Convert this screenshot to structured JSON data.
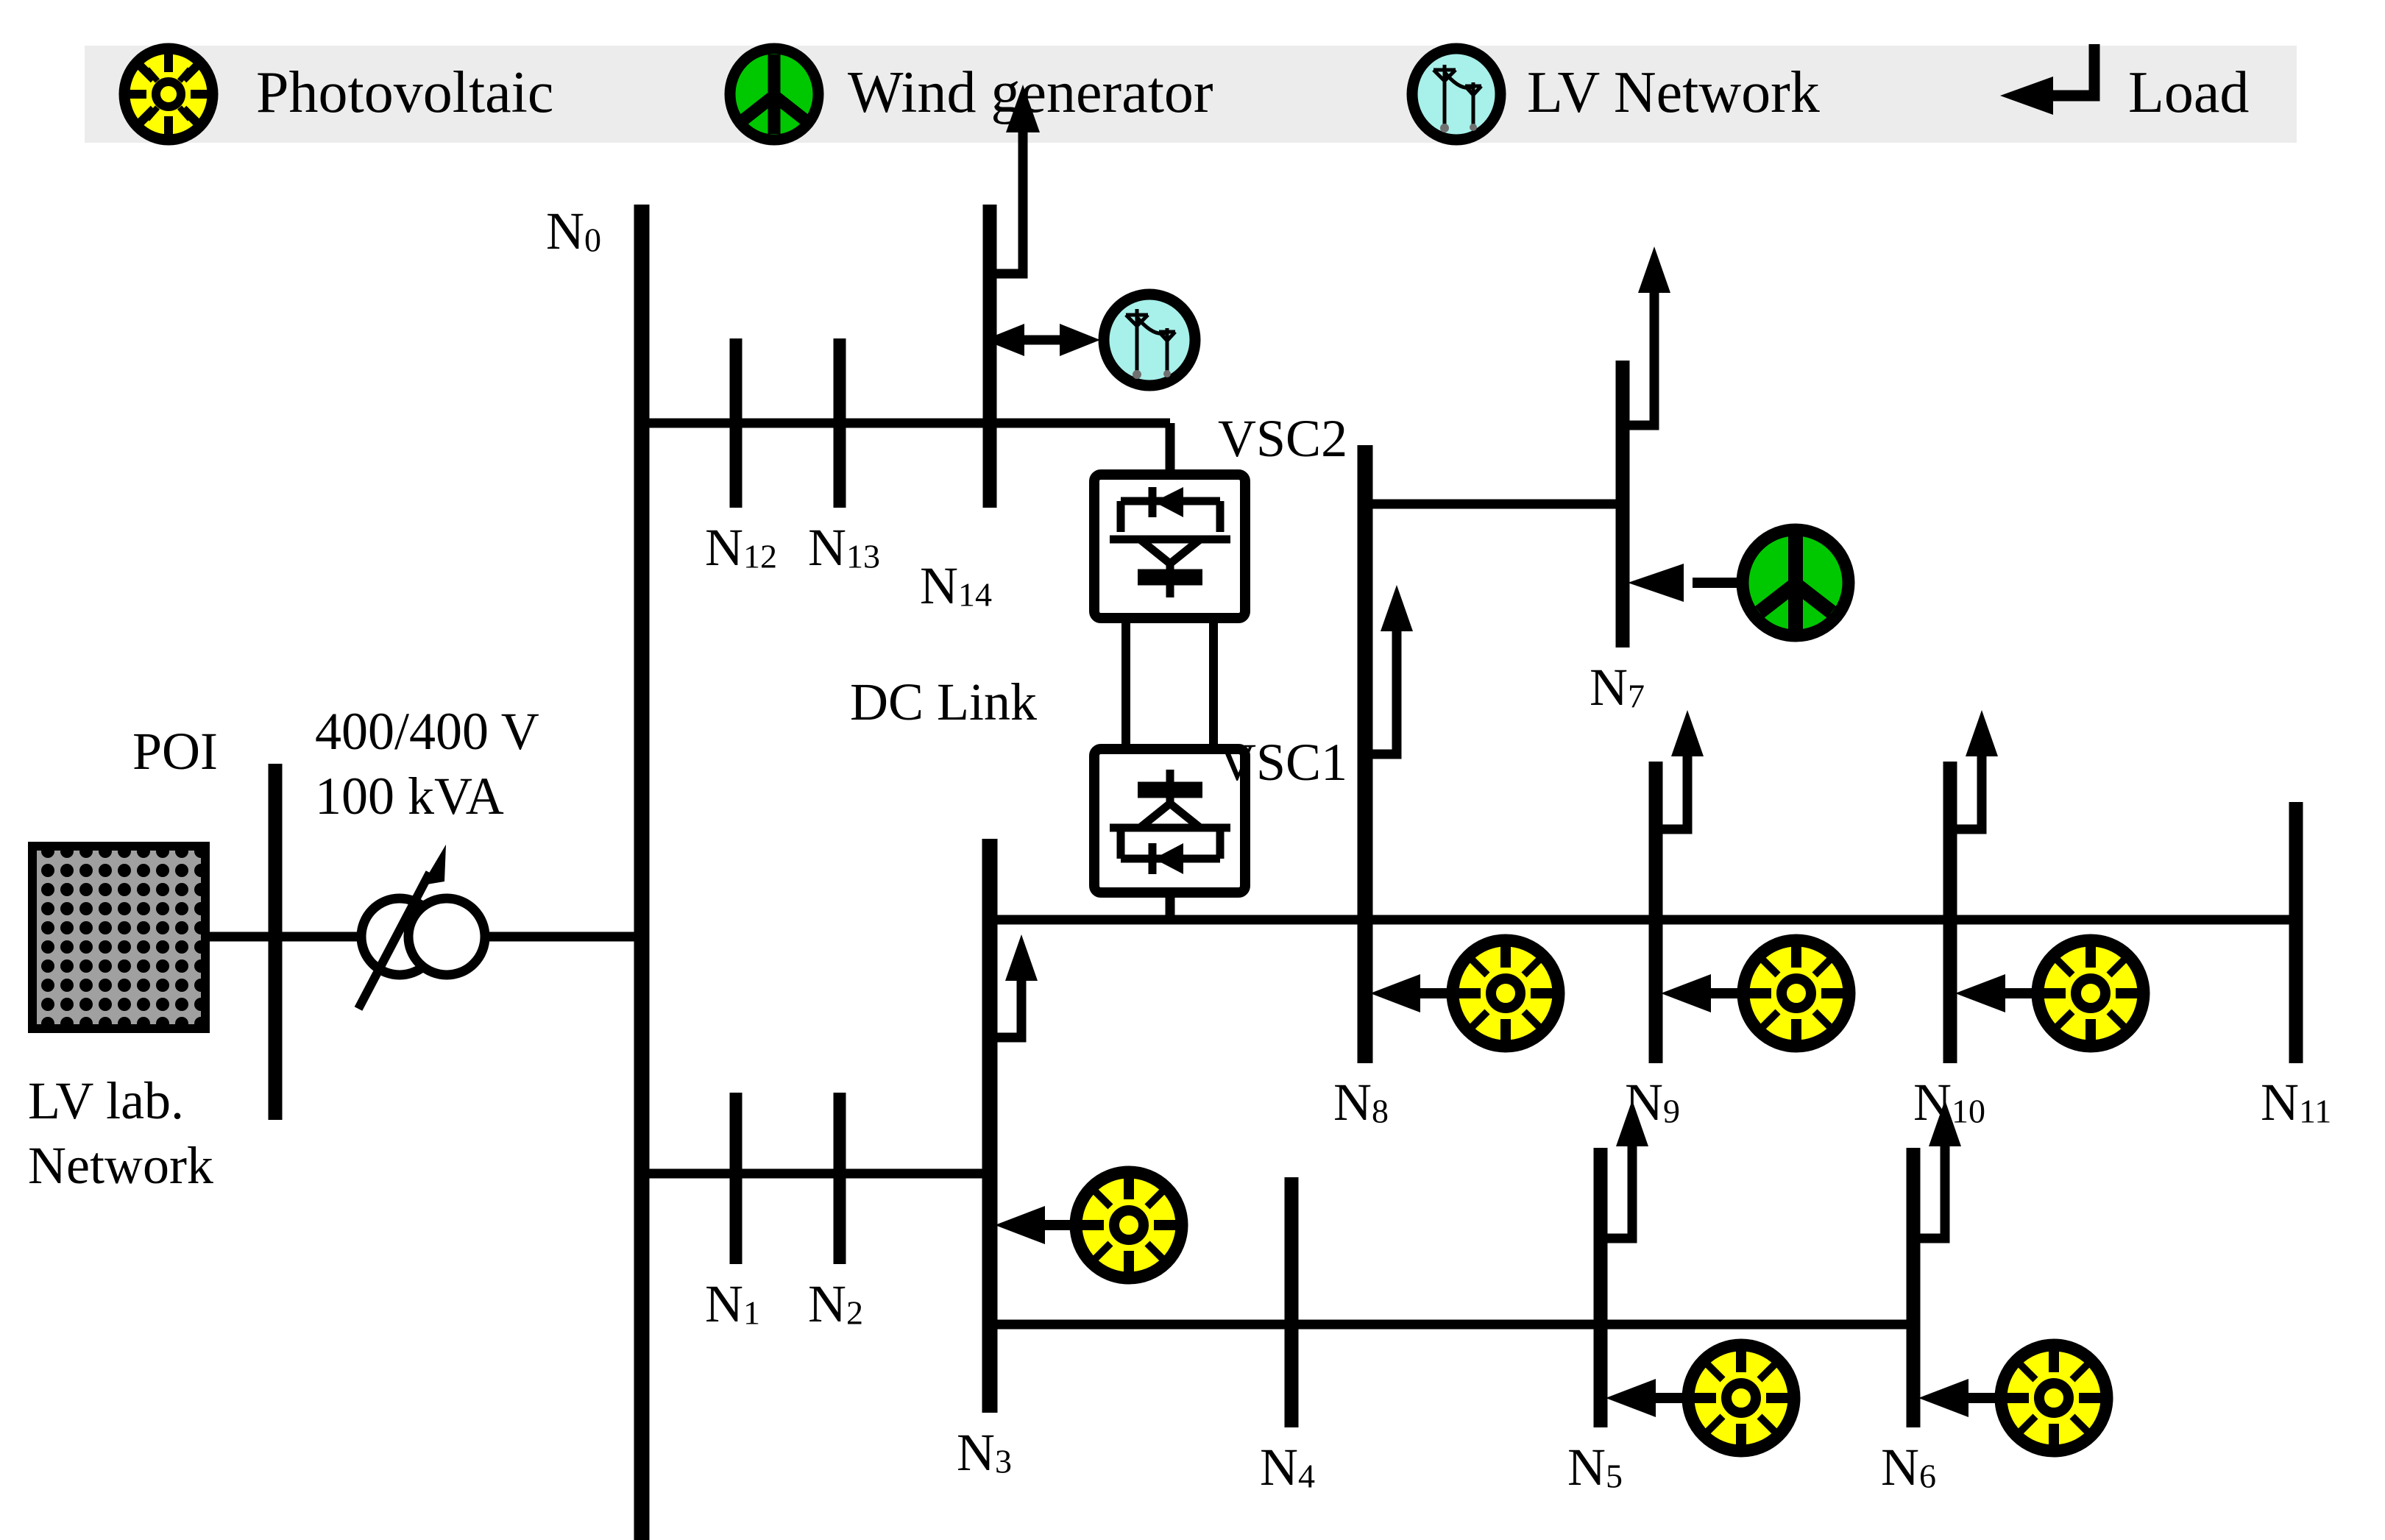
{
  "diagram": {
    "title": "LV laboratory microgrid single-line diagram",
    "colors": {
      "pv": "#ffff00",
      "wind": "#00c800",
      "lv_network": "#a8f0ea",
      "line": "#000000",
      "legend_background": "#ececec",
      "source_block_fill": "#a0a0a0"
    }
  },
  "legend": {
    "items": [
      {
        "id": "pv",
        "icon": "photovoltaic-icon",
        "label": "Photovoltaic"
      },
      {
        "id": "wind",
        "icon": "wind-generator-icon",
        "label": "Wind generator"
      },
      {
        "id": "lvn",
        "icon": "lv-network-icon",
        "label": "LV Network"
      },
      {
        "id": "load",
        "icon": "load-arrow-icon",
        "label": "Load"
      }
    ]
  },
  "source": {
    "block_label_line1": "LV lab.",
    "block_label_line2": "Network",
    "poi_label": "POI",
    "transformer_rating_line1": "400/400 V",
    "transformer_rating_line2": "100 kVA"
  },
  "converters": {
    "vsc2_label": "VSC2",
    "vsc1_label": "VSC1",
    "dc_link_label": "DC Link"
  },
  "nodes": [
    {
      "id": "N0",
      "name": "N",
      "sub": "0",
      "load": false,
      "pv": false,
      "wind": false,
      "lvnet": false
    },
    {
      "id": "N1",
      "name": "N",
      "sub": "1",
      "load": false,
      "pv": false,
      "wind": false,
      "lvnet": false
    },
    {
      "id": "N2",
      "name": "N",
      "sub": "2",
      "load": false,
      "pv": false,
      "wind": false,
      "lvnet": false
    },
    {
      "id": "N3",
      "name": "N",
      "sub": "3",
      "load": true,
      "pv": true,
      "wind": false,
      "lvnet": false
    },
    {
      "id": "N4",
      "name": "N",
      "sub": "4",
      "load": false,
      "pv": false,
      "wind": false,
      "lvnet": false
    },
    {
      "id": "N5",
      "name": "N",
      "sub": "5",
      "load": true,
      "pv": true,
      "wind": false,
      "lvnet": false
    },
    {
      "id": "N6",
      "name": "N",
      "sub": "6",
      "load": true,
      "pv": true,
      "wind": false,
      "lvnet": false
    },
    {
      "id": "N7",
      "name": "N",
      "sub": "7",
      "load": true,
      "pv": false,
      "wind": true,
      "lvnet": false
    },
    {
      "id": "N8",
      "name": "N",
      "sub": "8",
      "load": true,
      "pv": true,
      "wind": false,
      "lvnet": false
    },
    {
      "id": "N9",
      "name": "N",
      "sub": "9",
      "load": true,
      "pv": true,
      "wind": false,
      "lvnet": false
    },
    {
      "id": "N10",
      "name": "N",
      "sub": "10",
      "load": true,
      "pv": true,
      "wind": false,
      "lvnet": false
    },
    {
      "id": "N11",
      "name": "N",
      "sub": "11",
      "load": false,
      "pv": false,
      "wind": false,
      "lvnet": false
    },
    {
      "id": "N12",
      "name": "N",
      "sub": "12",
      "load": false,
      "pv": false,
      "wind": false,
      "lvnet": false
    },
    {
      "id": "N13",
      "name": "N",
      "sub": "13",
      "load": false,
      "pv": false,
      "wind": false,
      "lvnet": false
    },
    {
      "id": "N14",
      "name": "N",
      "sub": "14",
      "load": true,
      "pv": false,
      "wind": false,
      "lvnet": true
    }
  ]
}
